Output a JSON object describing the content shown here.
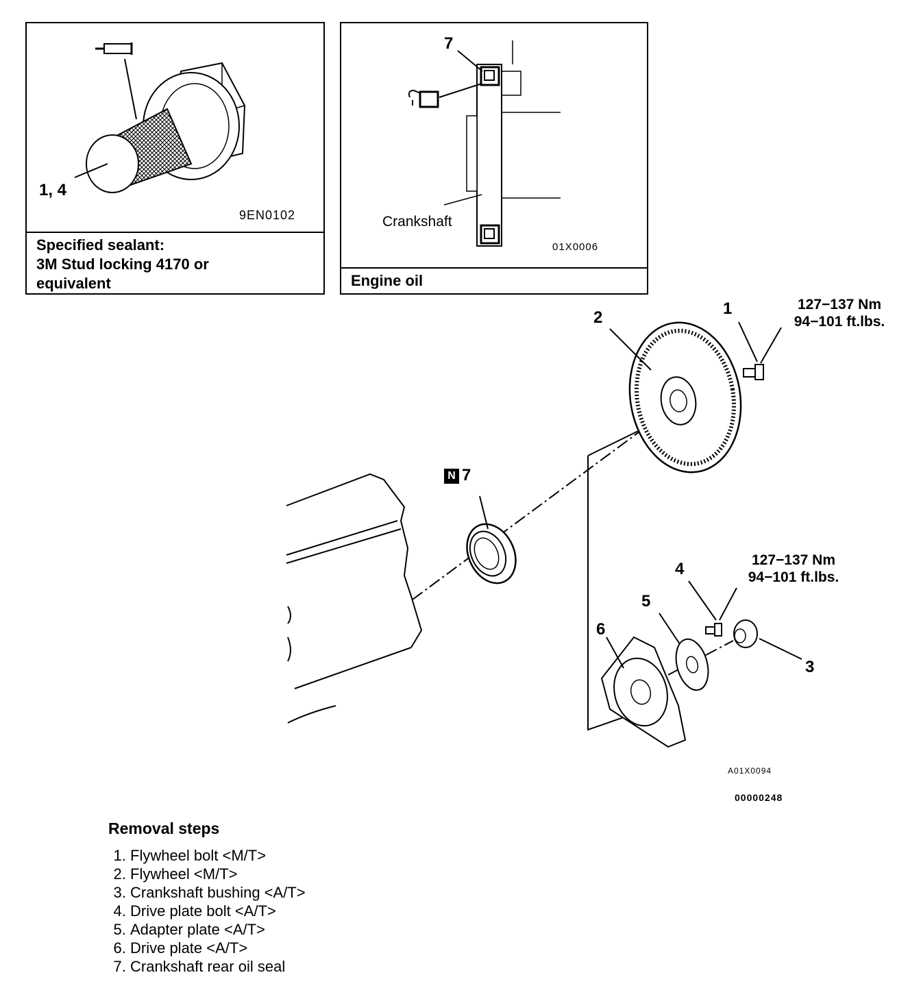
{
  "panel_left": {
    "callout": "1, 4",
    "code": "9EN0102",
    "caption_lines": [
      "Specified sealant:",
      "3M Stud locking 4170 or",
      "equivalent"
    ]
  },
  "panel_right": {
    "callout": "7",
    "part_label": "Crankshaft",
    "code": "01X0006",
    "caption": "Engine oil"
  },
  "main": {
    "callouts": {
      "c1": "1",
      "c2": "2",
      "c3": "3",
      "c4": "4",
      "c5": "5",
      "c6": "6",
      "c7": "7",
      "c7_badge": "N"
    },
    "torque_1": {
      "line1": "127−137 Nm",
      "line2": "94−101 ft.lbs."
    },
    "torque_4": {
      "line1": "127−137 Nm",
      "line2": "94−101 ft.lbs."
    },
    "code1": "A01X0094",
    "code2": "00000248"
  },
  "removal": {
    "title": "Removal steps",
    "steps": [
      "Flywheel bolt <M/T>",
      "Flywheel <M/T>",
      "Crankshaft bushing <A/T>",
      "Drive plate bolt <A/T>",
      "Adapter plate <A/T>",
      "Drive plate <A/T>",
      "Crankshaft rear oil seal"
    ]
  }
}
